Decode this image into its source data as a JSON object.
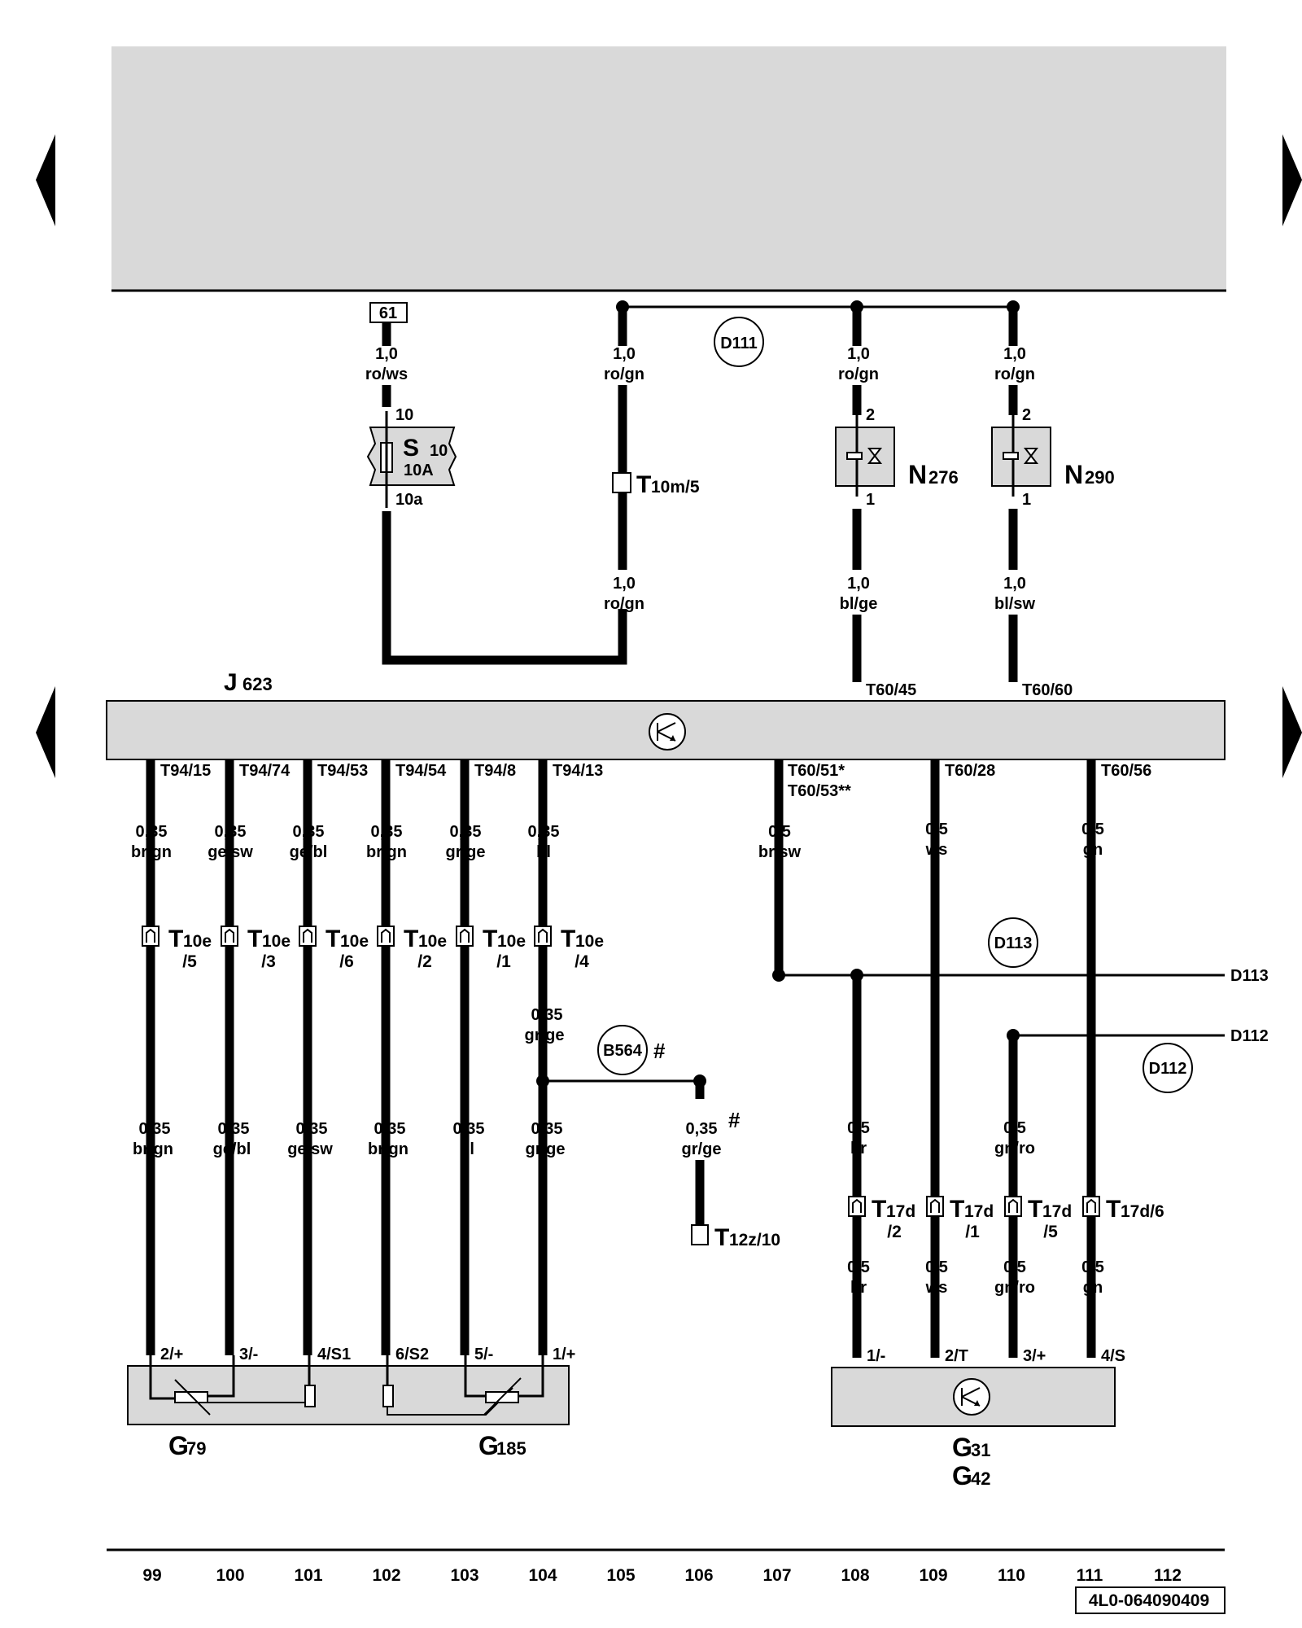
{
  "upper": {
    "ref_61": "61",
    "w61": {
      "size": "1,0",
      "color": "ro/ws"
    },
    "s10_pin_top": "10",
    "s10_name": "S",
    "s10_sub": "10",
    "s10_rating": "10A",
    "s10_pin_bottom": "10a",
    "d111": "D111",
    "w105a": {
      "size": "1,0",
      "color": "ro/gn"
    },
    "t10m_name": "T",
    "t10m_sub": "10m/5",
    "w105b": {
      "size": "1,0",
      "color": "ro/gn"
    },
    "n276_in": {
      "size": "1,0",
      "color": "ro/gn"
    },
    "n276_pin2": "2",
    "n276_pin1": "1",
    "n276_name": "N",
    "n276_sub": "276",
    "n276_out": {
      "size": "1,0",
      "color": "bl/ge"
    },
    "j623_t60_45": "T60/45",
    "n290_in": {
      "size": "1,0",
      "color": "ro/gn"
    },
    "n290_pin2": "2",
    "n290_pin1": "1",
    "n290_name": "N",
    "n290_sub": "290",
    "n290_out": {
      "size": "1,0",
      "color": "bl/sw"
    },
    "j623_t60_60": "T60/60"
  },
  "j623": {
    "name": "J",
    "sub": "623"
  },
  "lower": {
    "left_wires": [
      {
        "pin": "T94/15",
        "upper_size": "0,35",
        "upper_color": "br/gn",
        "conn_name": "T",
        "conn_sub": "10e",
        "conn_num": "/5",
        "lower_size": "0,35",
        "lower_color": "br/gn",
        "sensor_pin": "2/+"
      },
      {
        "pin": "T94/74",
        "upper_size": "0,35",
        "upper_color": "ge/sw",
        "conn_name": "T",
        "conn_sub": "10e",
        "conn_num": "/3",
        "lower_size": "0,35",
        "lower_color": "ge/bl",
        "sensor_pin": "3/-"
      },
      {
        "pin": "T94/53",
        "upper_size": "0,35",
        "upper_color": "ge/bl",
        "conn_name": "T",
        "conn_sub": "10e",
        "conn_num": "/6",
        "lower_size": "0,35",
        "lower_color": "ge/sw",
        "sensor_pin": "4/S1"
      },
      {
        "pin": "T94/54",
        "upper_size": "0,35",
        "upper_color": "br/gn",
        "conn_name": "T",
        "conn_sub": "10e",
        "conn_num": "/2",
        "lower_size": "0,35",
        "lower_color": "br/gn",
        "sensor_pin": "6/S2"
      },
      {
        "pin": "T94/8",
        "upper_size": "0,35",
        "upper_color": "gr/ge",
        "conn_name": "T",
        "conn_sub": "10e",
        "conn_num": "/1",
        "lower_size": "0,35",
        "lower_color": "bl",
        "sensor_pin": "5/-"
      },
      {
        "pin": "T94/13",
        "upper_size": "0,35",
        "upper_color": "bl",
        "conn_name": "T",
        "conn_sub": "10e",
        "conn_num": "/4",
        "mid_size": "0,35",
        "mid_color": "gr/ge",
        "lower_size": "0,35",
        "lower_color": "gr/ge",
        "sensor_pin": "1/+"
      }
    ],
    "b564": "B564",
    "hash_mark": "#",
    "t12z_wire": {
      "size": "0,35",
      "color": "gr/ge"
    },
    "t12z_name": "T",
    "t12z_sub": "12z/10",
    "g79_name": "G",
    "g79_sub": "79",
    "g185_name": "G",
    "g185_sub": "185",
    "t60_51": "T60/51*",
    "t60_53": "T60/53**",
    "w107": {
      "size": "0,5",
      "color": "br/sw"
    },
    "d113_ref": "D113",
    "d113": "D113",
    "d112_ref": "D112",
    "d112": "D112",
    "right_wires": [
      {
        "pin": "",
        "start": "junction-d113",
        "upper_size": "0,5",
        "upper_color": "br",
        "conn_name": "T",
        "conn_sub": "17d",
        "conn_num": "/2",
        "lower_size": "0,5",
        "lower_color": "br",
        "sensor_pin": "1/-"
      },
      {
        "pin": "T60/28",
        "upper_size": "0,5",
        "upper_color": "ws",
        "conn_name": "T",
        "conn_sub": "17d",
        "conn_num": "/1",
        "lower_size": "0,5",
        "lower_color": "ws",
        "sensor_pin": "2/T"
      },
      {
        "pin": "",
        "start": "junction-d112",
        "upper_size": "0,5",
        "upper_color": "gn/ro",
        "conn_name": "T",
        "conn_sub": "17d",
        "conn_num": "/5",
        "lower_size": "0,5",
        "lower_color": "gn/ro",
        "sensor_pin": "3/+"
      },
      {
        "pin": "T60/56",
        "upper_size": "0,5",
        "upper_color": "gn",
        "conn_name": "T",
        "conn_sub": "17d/6",
        "conn_num": "",
        "lower_size": "0,5",
        "lower_color": "gn",
        "sensor_pin": "4/S"
      }
    ],
    "g31_name": "G",
    "g31_sub": "31",
    "g42_name": "G",
    "g42_sub": "42"
  },
  "footer": {
    "track_numbers": [
      "99",
      "100",
      "101",
      "102",
      "103",
      "104",
      "105",
      "106",
      "107",
      "108",
      "109",
      "110",
      "111",
      "112"
    ],
    "doc_id": "4L0-064090409"
  }
}
